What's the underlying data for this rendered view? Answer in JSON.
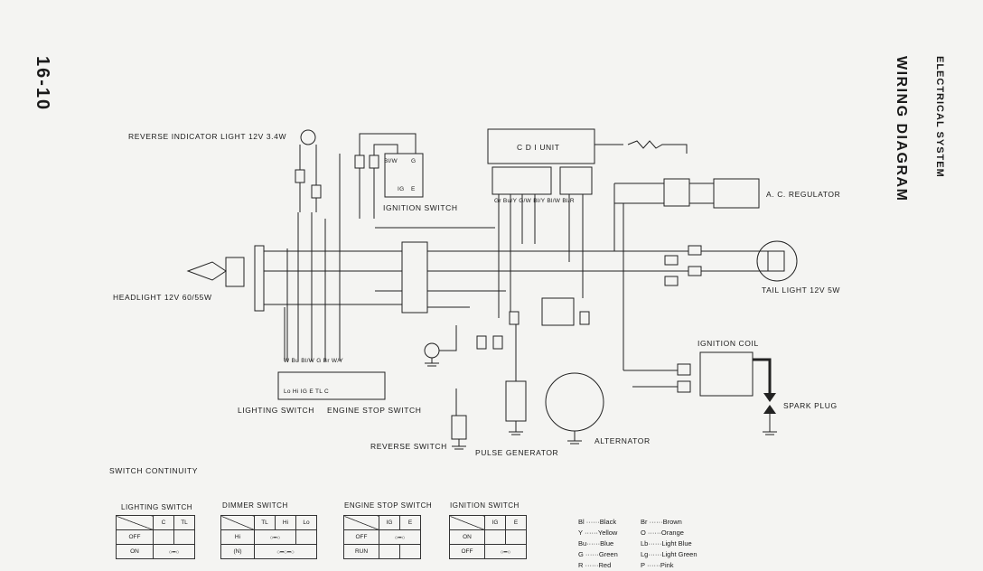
{
  "page_number": "16-10",
  "section_title": "ELECTRICAL SYSTEM",
  "diagram_title": "WIRING DIAGRAM",
  "labels": {
    "reverse_indicator": "REVERSE INDICATOR LIGHT 12V 3.4W",
    "ignition_switch": "IGNITION SWITCH",
    "cdi_unit": "C D I UNIT",
    "ac_regulator": "A. C. REGULATOR",
    "headlight": "HEADLIGHT 12V 60/55W",
    "tail_light": "TAIL LIGHT 12V 5W",
    "ignition_coil": "IGNITION COIL",
    "spark_plug": "SPARK PLUG",
    "lighting_switch": "LIGHTING SWITCH",
    "engine_stop_switch": "ENGINE STOP SWITCH",
    "reverse_switch": "REVERSE SWITCH",
    "pulse_generator": "PULSE GENERATOR",
    "alternator": "ALTERNATOR",
    "switch_continuity": "SWITCH CONTINUITY"
  },
  "wire_codes": {
    "ign_sw_terms": [
      "Bl/W",
      "G",
      "IG",
      "E"
    ],
    "cdi_wires": "Gr  Bu/Y  G/W  Bl/Y  Bl/W  Bl/R",
    "lighting_terms_top": "W   Bu   Bl/W   G   Br   W/Y",
    "lighting_terms_bot": "Lo   Hi   IG   E   TL   C"
  },
  "tables": {
    "lighting": {
      "title": "LIGHTING SWITCH",
      "cols": [
        "C",
        "TL"
      ],
      "rows": [
        "OFF",
        "ON"
      ]
    },
    "dimmer": {
      "title": "DIMMER SWITCH",
      "cols": [
        "TL",
        "Hi",
        "Lo"
      ],
      "rows": [
        "Hi",
        "(N)"
      ]
    },
    "engine_stop": {
      "title": "ENGINE STOP SWITCH",
      "cols": [
        "IG",
        "E"
      ],
      "rows": [
        "OFF",
        "RUN"
      ]
    },
    "ignition": {
      "title": "IGNITION SWITCH",
      "cols": [
        "IG",
        "E"
      ],
      "rows": [
        "ON",
        "OFF"
      ]
    }
  },
  "color_legend": [
    "Bl ······Black",
    "Br ······Brown",
    "Y ······Yellow",
    "O ······Orange",
    "Bu······Blue",
    "Lb······Light Blue",
    "G ······Green",
    "Lg······Light Green",
    "R ······Red",
    "P ······Pink"
  ]
}
